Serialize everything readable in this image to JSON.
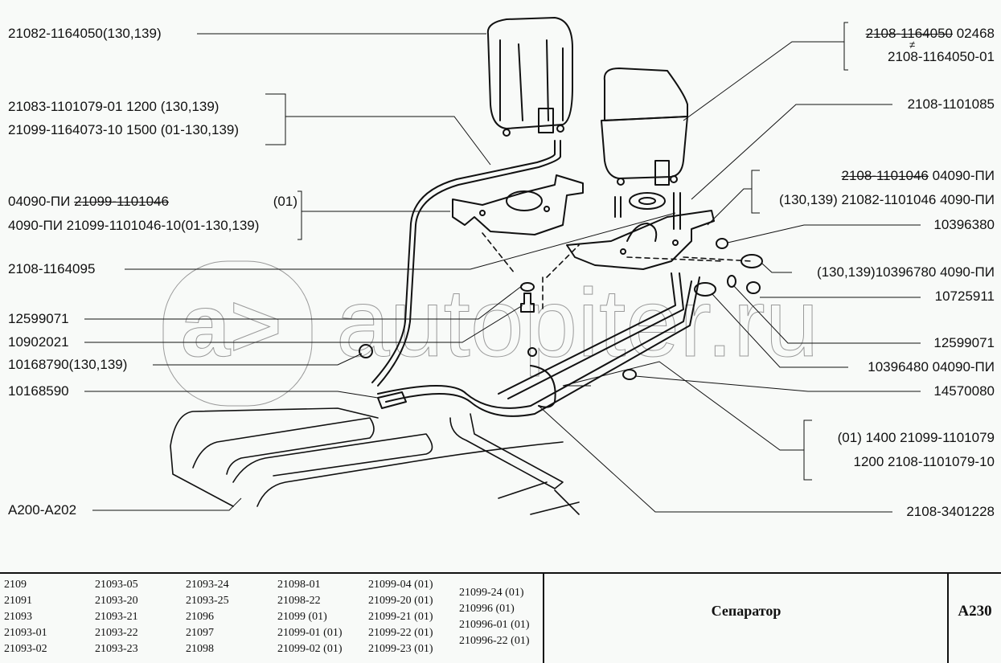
{
  "callouts_left": [
    {
      "lines": [
        {
          "text": "21082-1164050(130,139)"
        }
      ]
    },
    {
      "lines": [
        {
          "text": "21083-1101079-01  1200 (130,139)"
        },
        {
          "text": "21099-1164073-10  1500 (01-130,139)"
        }
      ]
    },
    {
      "lines": [
        {
          "prefix": "04090-ПИ ",
          "struck": "21099-1101046",
          "suffix": "(01)"
        },
        {
          "text": "4090-ПИ 21099-1101046-10(01-130,139)"
        }
      ]
    },
    {
      "lines": [
        {
          "text": "2108-1164095"
        }
      ]
    },
    {
      "lines": [
        {
          "text": "12599071"
        }
      ]
    },
    {
      "lines": [
        {
          "text": "10902021"
        }
      ]
    },
    {
      "lines": [
        {
          "text": "10168790(130,139)"
        }
      ]
    },
    {
      "lines": [
        {
          "text": "10168590"
        }
      ]
    },
    {
      "lines": [
        {
          "text": "A200-A202"
        }
      ]
    }
  ],
  "callouts_right": [
    {
      "lines": [
        {
          "struck": "2108-1164050",
          "suffix": " 02468"
        },
        {
          "mark": "≠"
        },
        {
          "text": "2108-1164050-01"
        }
      ]
    },
    {
      "lines": [
        {
          "text": "2108-1101085"
        }
      ]
    },
    {
      "lines": [
        {
          "struck": "2108-1101046",
          "suffix": " 04090-ПИ"
        },
        {
          "text": "(130,139) 21082-1101046 4090-ПИ"
        }
      ]
    },
    {
      "lines": [
        {
          "text": "10396380"
        }
      ]
    },
    {
      "lines": [
        {
          "text": "(130,139)10396780 4090-ПИ"
        }
      ]
    },
    {
      "lines": [
        {
          "text": "10725911"
        }
      ]
    },
    {
      "lines": [
        {
          "text": "12599071"
        }
      ]
    },
    {
      "lines": [
        {
          "text": "10396480 04090-ПИ"
        }
      ]
    },
    {
      "lines": [
        {
          "text": "14570080"
        }
      ]
    },
    {
      "lines": [
        {
          "text": "(01) 1400  21099-1101079"
        },
        {
          "text": "1200  2108-1101079-10"
        }
      ]
    },
    {
      "lines": [
        {
          "text": "2108-3401228"
        }
      ]
    }
  ],
  "watermark": {
    "text": "autopiter.ru",
    "logo": "a>"
  },
  "footer": {
    "model_columns": [
      [
        "2109",
        "21091",
        "21093",
        "21093-01",
        "21093-02"
      ],
      [
        "21093-05",
        "21093-20",
        "21093-21",
        "21093-22",
        "21093-23"
      ],
      [
        "21093-24",
        "21093-25",
        "21096",
        "21097",
        "21098"
      ],
      [
        "21098-01",
        "21098-22",
        "21099 (01)",
        "21099-01 (01)",
        "21099-02 (01)"
      ],
      [
        "21099-04 (01)",
        "21099-20 (01)",
        "21099-21 (01)",
        "21099-22 (01)",
        "21099-23 (01)"
      ],
      [
        "21099-24 (01)",
        "210996 (01)",
        "210996-01 (01)",
        "210996-22 (01)"
      ]
    ],
    "title": "Сепаратор",
    "page_code": "A230"
  },
  "colors": {
    "background": "#f8faf8",
    "ink": "#111111",
    "watermark": "#9a9a9a"
  }
}
